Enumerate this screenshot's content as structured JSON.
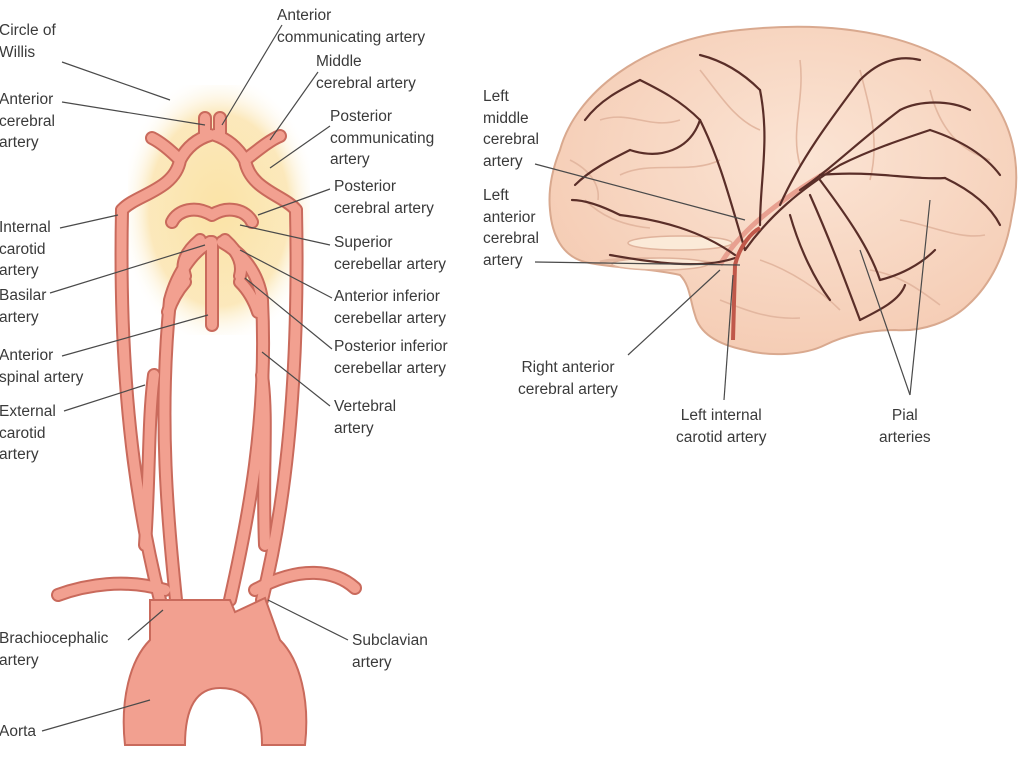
{
  "left_diagram": {
    "labels": {
      "circle_of_willis": [
        "Circle of",
        "Willis"
      ],
      "anterior_cerebral_artery": [
        "Anterior",
        "cerebral",
        "artery"
      ],
      "internal_carotid_artery": [
        "Internal",
        "carotid",
        "artery"
      ],
      "basilar_artery": [
        "Basilar",
        "artery"
      ],
      "anterior_spinal_artery": [
        "Anterior",
        "spinal artery"
      ],
      "external_carotid_artery": [
        "External",
        "carotid",
        "artery"
      ],
      "brachiocephalic_artery": [
        "Brachiocephalic",
        "artery"
      ],
      "aorta": [
        "Aorta"
      ],
      "anterior_communicating_artery": [
        "Anterior",
        "communicating artery"
      ],
      "middle_cerebral_artery": [
        "Middle",
        "cerebral artery"
      ],
      "posterior_communicating_artery": [
        "Posterior",
        "communicating",
        "artery"
      ],
      "posterior_cerebral_artery": [
        "Posterior",
        "cerebral artery"
      ],
      "superior_cerebellar_artery": [
        "Superior",
        "cerebellar artery"
      ],
      "anterior_inferior_cerebellar_artery": [
        "Anterior inferior",
        "cerebellar artery"
      ],
      "posterior_inferior_cerebellar_artery": [
        "Posterior inferior",
        "cerebellar artery"
      ],
      "vertebral_artery": [
        "Vertebral",
        "artery"
      ],
      "subclavian_artery": [
        "Subclavian",
        "artery"
      ]
    }
  },
  "right_diagram": {
    "labels": {
      "left_middle_cerebral_artery": [
        "Left",
        "middle",
        "cerebral",
        "artery"
      ],
      "left_anterior_cerebral_artery": [
        "Left",
        "anterior",
        "cerebral",
        "artery"
      ],
      "right_anterior_cerebral_artery": [
        "Right anterior",
        "cerebral artery"
      ],
      "left_internal_carotid_artery": [
        "Left internal",
        "carotid artery"
      ],
      "pial_arteries": [
        "Pial",
        "arteries"
      ]
    }
  },
  "colors": {
    "artery_fill": "#f2a090",
    "artery_outline": "#c96a5c",
    "highlight_glow": "#fbe3a6",
    "brain_fill": "#f9dcc8",
    "brain_outline": "#d9a98f",
    "vessel_dark": "#5a2e28",
    "leader_line": "#4a4a4a",
    "label_text": "#3a3a3a"
  }
}
